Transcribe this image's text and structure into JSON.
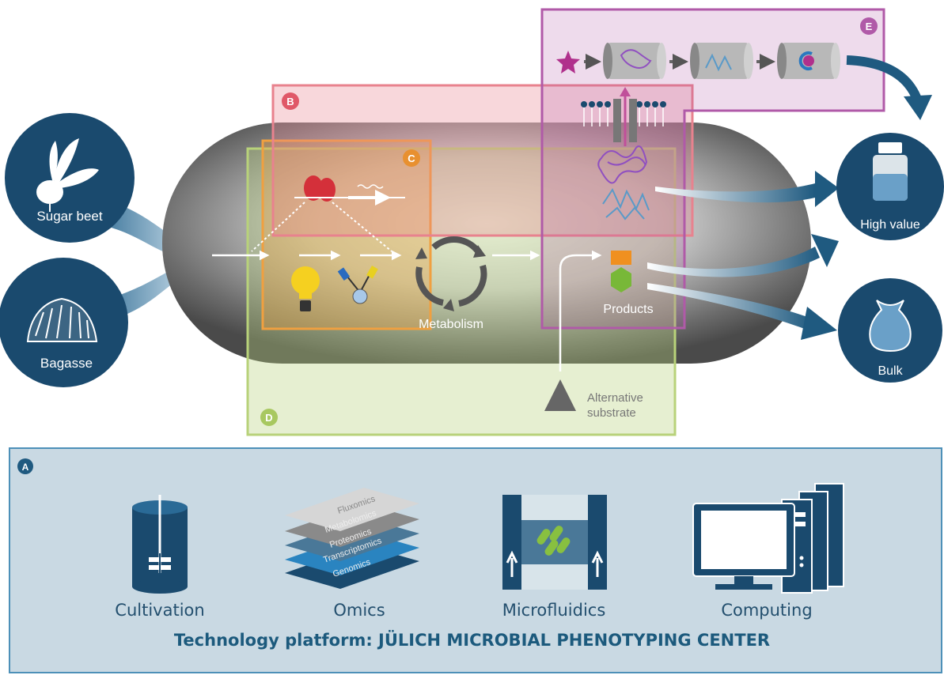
{
  "inputs": {
    "sugar_beet": "Sugar beet",
    "bagasse": "Bagasse"
  },
  "outputs": {
    "high_value": "High value",
    "bulk": "Bulk"
  },
  "cell": {
    "metabolism": "Metabolism",
    "products": "Products",
    "alternative_substrate_line1": "Alternative",
    "alternative_substrate_line2": "substrate"
  },
  "boxes": {
    "a": "A",
    "b": "B",
    "c": "C",
    "d": "D",
    "e": "E"
  },
  "omics_layers": [
    "Fluxomics",
    "Metabolomics",
    "Proteomics",
    "Transcriptomics",
    "Genomics"
  ],
  "platform": {
    "title": "Technology platform: JÜLICH MICROBIAL PHENOTYPING CENTER",
    "tools": [
      "Cultivation",
      "Omics",
      "Microfluidics",
      "Computing"
    ]
  },
  "colors": {
    "navy": "#1a4a6e",
    "box_b": "#e8828e",
    "box_c": "#f0a040",
    "box_d": "#b8d27a",
    "box_e": "#b05aa8",
    "panel_a": "#c9d9e3"
  }
}
